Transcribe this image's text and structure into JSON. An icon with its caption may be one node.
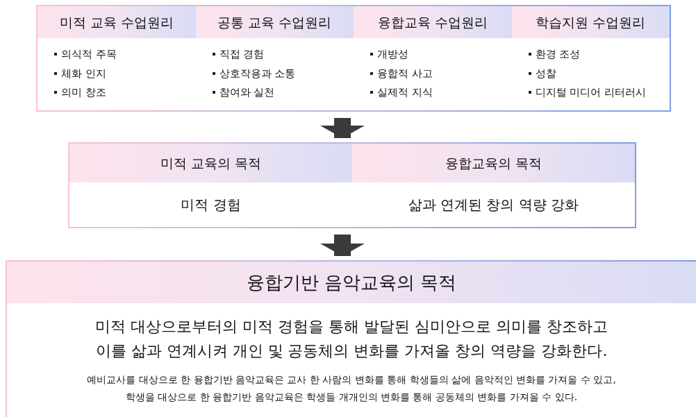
{
  "diagram": {
    "nodes": [
      {
        "text": [],
        "shape": "box"
      },
      {
        "text": [
          "미적 교육 수업원리",
          "의식적 주목",
          "체화 인지",
          "의미 창조"
        ],
        "in": 0
      },
      {
        "text": [
          "공통 교육 수업원리",
          "직접 경험",
          "상호작용과 소통",
          "참여와 실천"
        ],
        "in": 0
      },
      {
        "text": [
          "융합교육 수업원리",
          "개방성",
          "융합적 사고",
          "실제적 지식"
        ],
        "in": 0
      },
      {
        "text": [
          "학습지원 수업원리",
          "환경 조성",
          "성찰",
          "디지털 미디어 리터러시"
        ],
        "in": 0
      },
      {
        "text": [],
        "shape": "box"
      },
      {
        "text": [
          "미적 교육의 목적",
          "미적 경험"
        ],
        "in": 5
      },
      {
        "text": [
          "융합교육의 목적",
          "삶과 연계된 창의 역량 강화"
        ],
        "in": 5
      },
      {
        "text": [
          "융합기반 음악교육의 목적",
          "미적 대상으로부터의 미적 경험을 통해 발달된 심미안으로 의미를 창조하고 이를 삶과 연계시켜 개인 및 공동체의 변화를 가져올 창의 역량을 강화한다.",
          "예비교사를 대상으로 한 융합기반 음악교육은 교사 한 사람의 변화를 통해 학생들의 삶에 음악적인 변화를 가져올 수 있고, 학생을 대상으로 한 융합기반 음악교육은 학생들 개개인의 변화를 통해 공동체의 변화를 가져올 수 있다."
        ]
      }
    ],
    "edges": [
      {
        "from": 0,
        "to": 5,
        "arrow": "to"
      },
      {
        "from": 5,
        "to": 8,
        "arrow": "to"
      }
    ]
  }
}
